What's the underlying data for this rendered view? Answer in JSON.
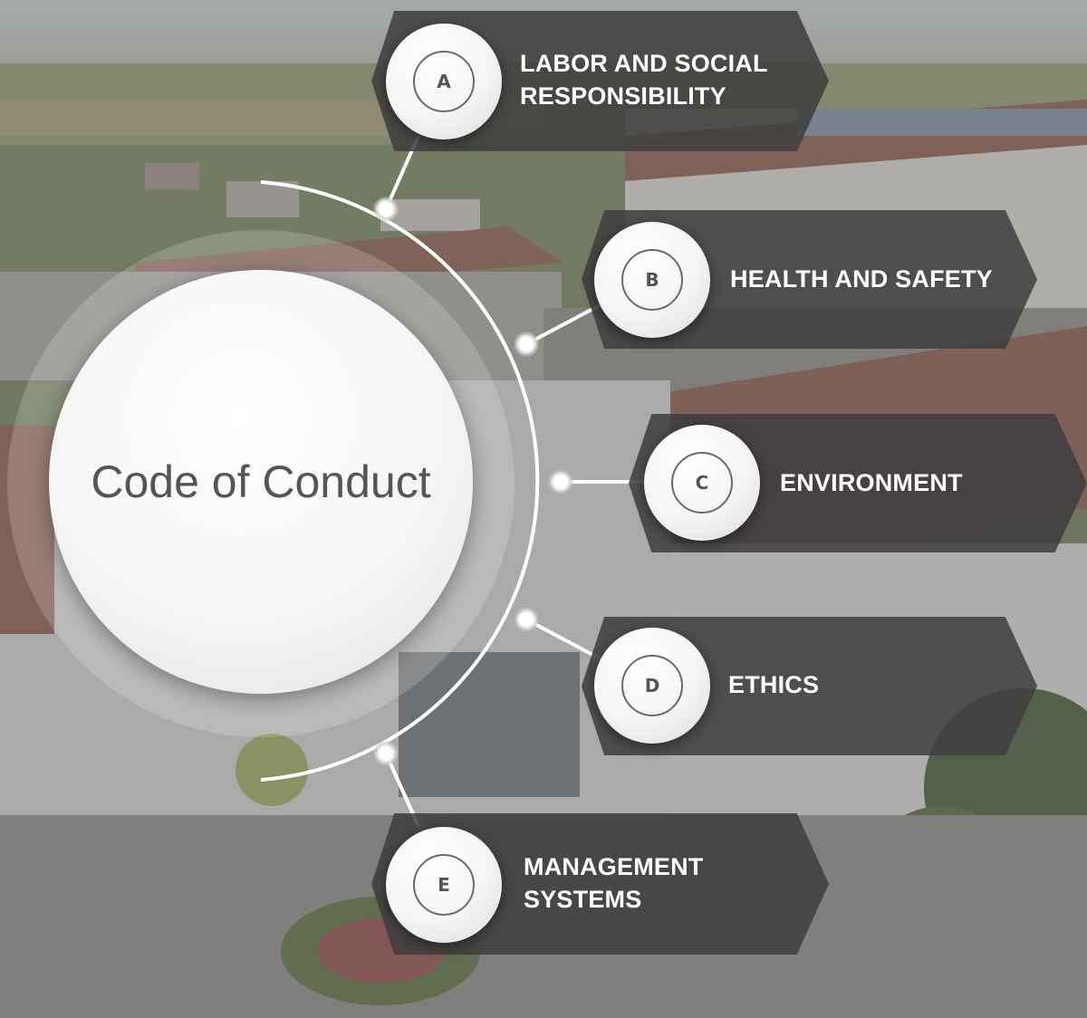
{
  "diagram": {
    "center_title": "Code of Conduct",
    "categories": [
      {
        "letter": "A",
        "label_lines": [
          "LABOR AND SOCIAL",
          "RESPONSIBILITY"
        ]
      },
      {
        "letter": "B",
        "label_lines": [
          "HEALTH AND SAFETY"
        ]
      },
      {
        "letter": "C",
        "label_lines": [
          "ENVIRONMENT"
        ]
      },
      {
        "letter": "D",
        "label_lines": [
          "ETHICS"
        ]
      },
      {
        "letter": "E",
        "label_lines": [
          "MANAGEMENT",
          "SYSTEMS"
        ]
      }
    ]
  },
  "colors": {
    "banner": "#3e3e3e",
    "badge_ring": "#6a6a6a",
    "title_text": "#555555",
    "connector": "#ffffff"
  }
}
